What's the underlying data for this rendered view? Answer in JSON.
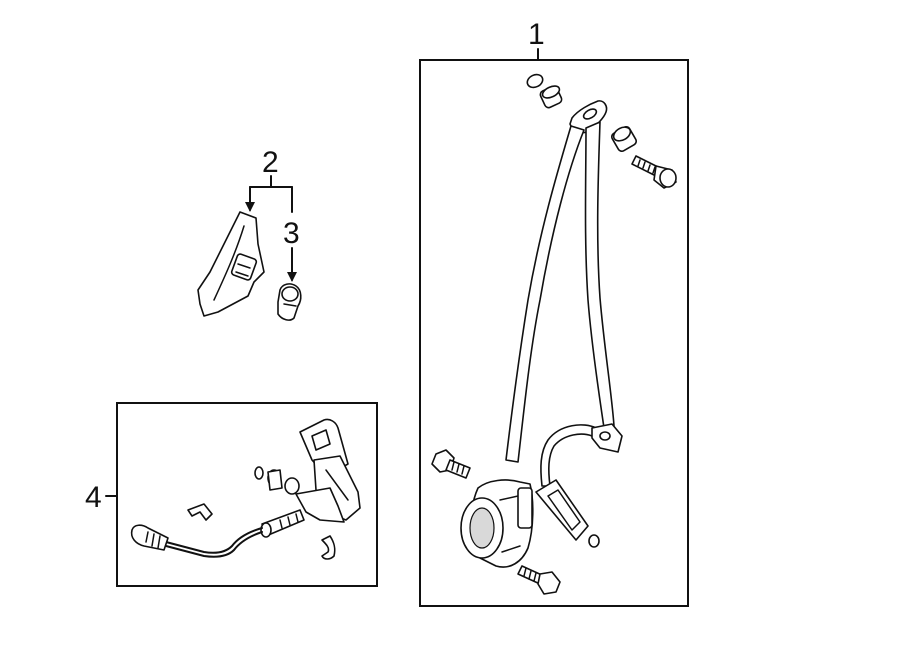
{
  "callouts": {
    "c1": "1",
    "c2": "2",
    "c3": "3",
    "c4": "4"
  },
  "colors": {
    "line": "#111111",
    "background": "#ffffff",
    "shading": "#d9d9d9"
  }
}
